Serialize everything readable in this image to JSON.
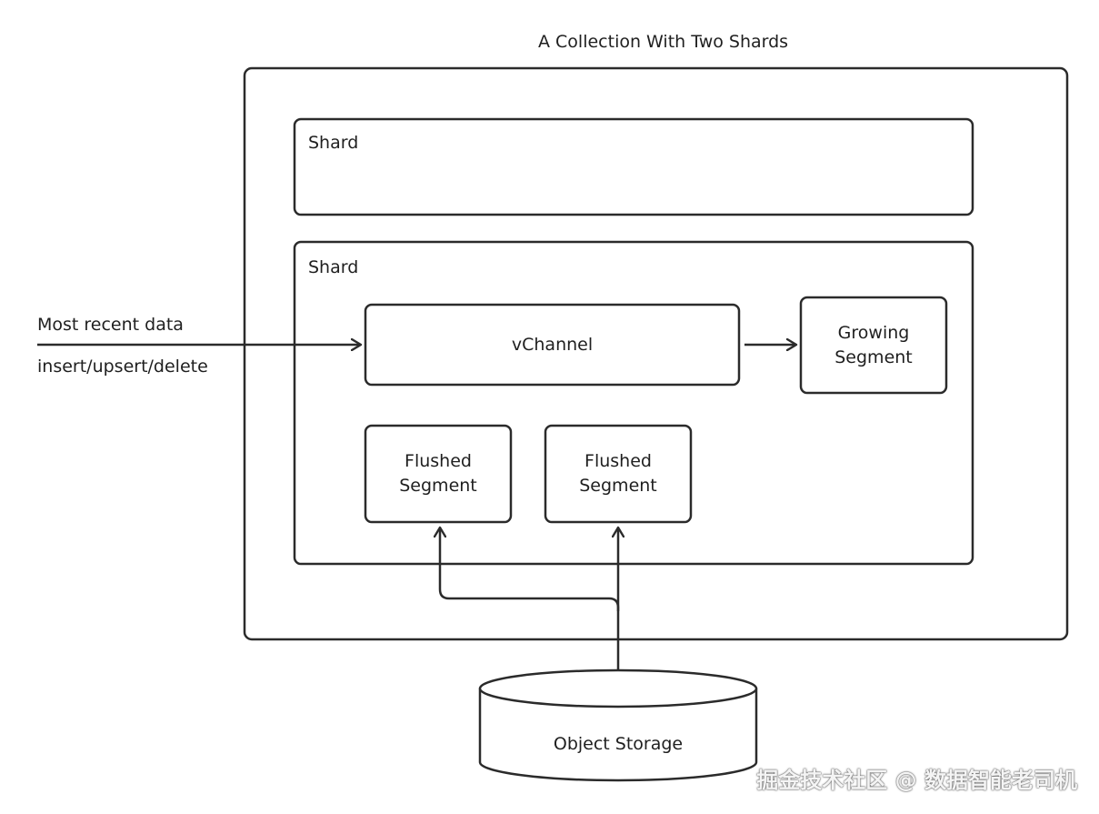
{
  "diagram": {
    "title": "A Collection With Two Shards",
    "shard_top": {
      "label": "Shard"
    },
    "shard_bottom": {
      "label": "Shard"
    },
    "vchannel": {
      "label": "vChannel"
    },
    "growing_segment": {
      "line1": "Growing",
      "line2": "Segment"
    },
    "flushed_segment_1": {
      "line1": "Flushed",
      "line2": "Segment"
    },
    "flushed_segment_2": {
      "line1": "Flushed",
      "line2": "Segment"
    },
    "object_storage": {
      "label": "Object Storage"
    },
    "input": {
      "label_top": "Most recent data",
      "label_bottom": "insert/upsert/delete"
    }
  },
  "watermark": "掘金技术社区 @ 数据智能老司机",
  "colors": {
    "stroke": "#2b2b2b",
    "background": "#ffffff"
  }
}
